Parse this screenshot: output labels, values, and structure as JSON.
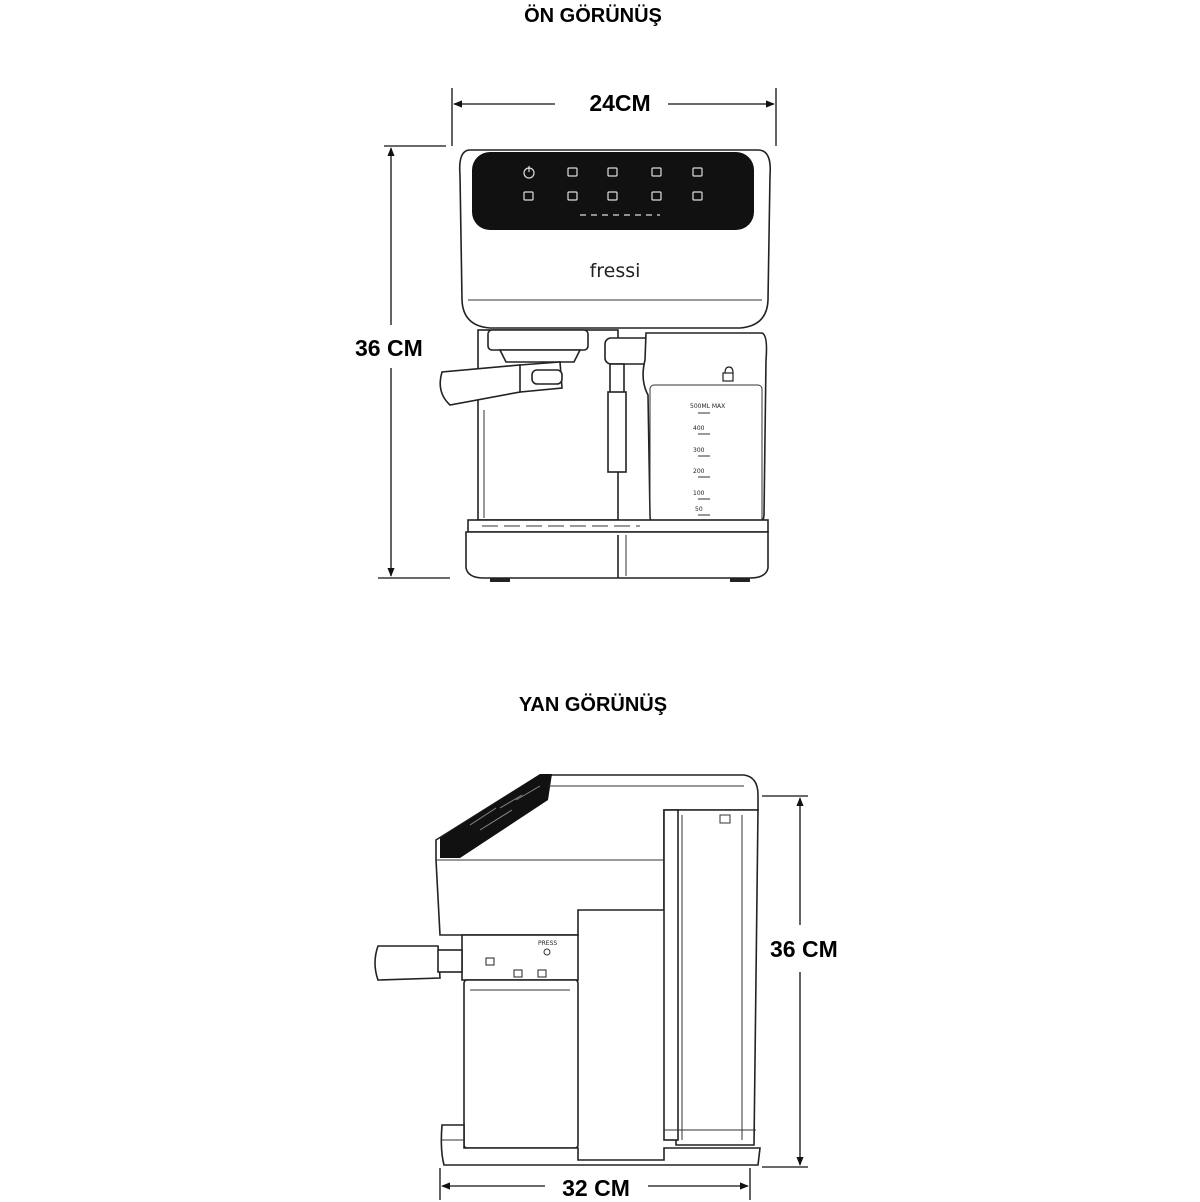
{
  "front_view": {
    "title": "ÖN GÖRÜNÜŞ",
    "width_label": "24CM",
    "height_label": "36 CM",
    "brand": "fressi",
    "tank_marks": [
      "500ML MAX",
      "400",
      "300",
      "200",
      "100",
      "50"
    ]
  },
  "side_view": {
    "title": "YAN GÖRÜNÜŞ",
    "height_label": "36 CM",
    "depth_label": "32 CM"
  },
  "colors": {
    "line": "#222222",
    "panel": "#111111",
    "background": "#ffffff"
  }
}
